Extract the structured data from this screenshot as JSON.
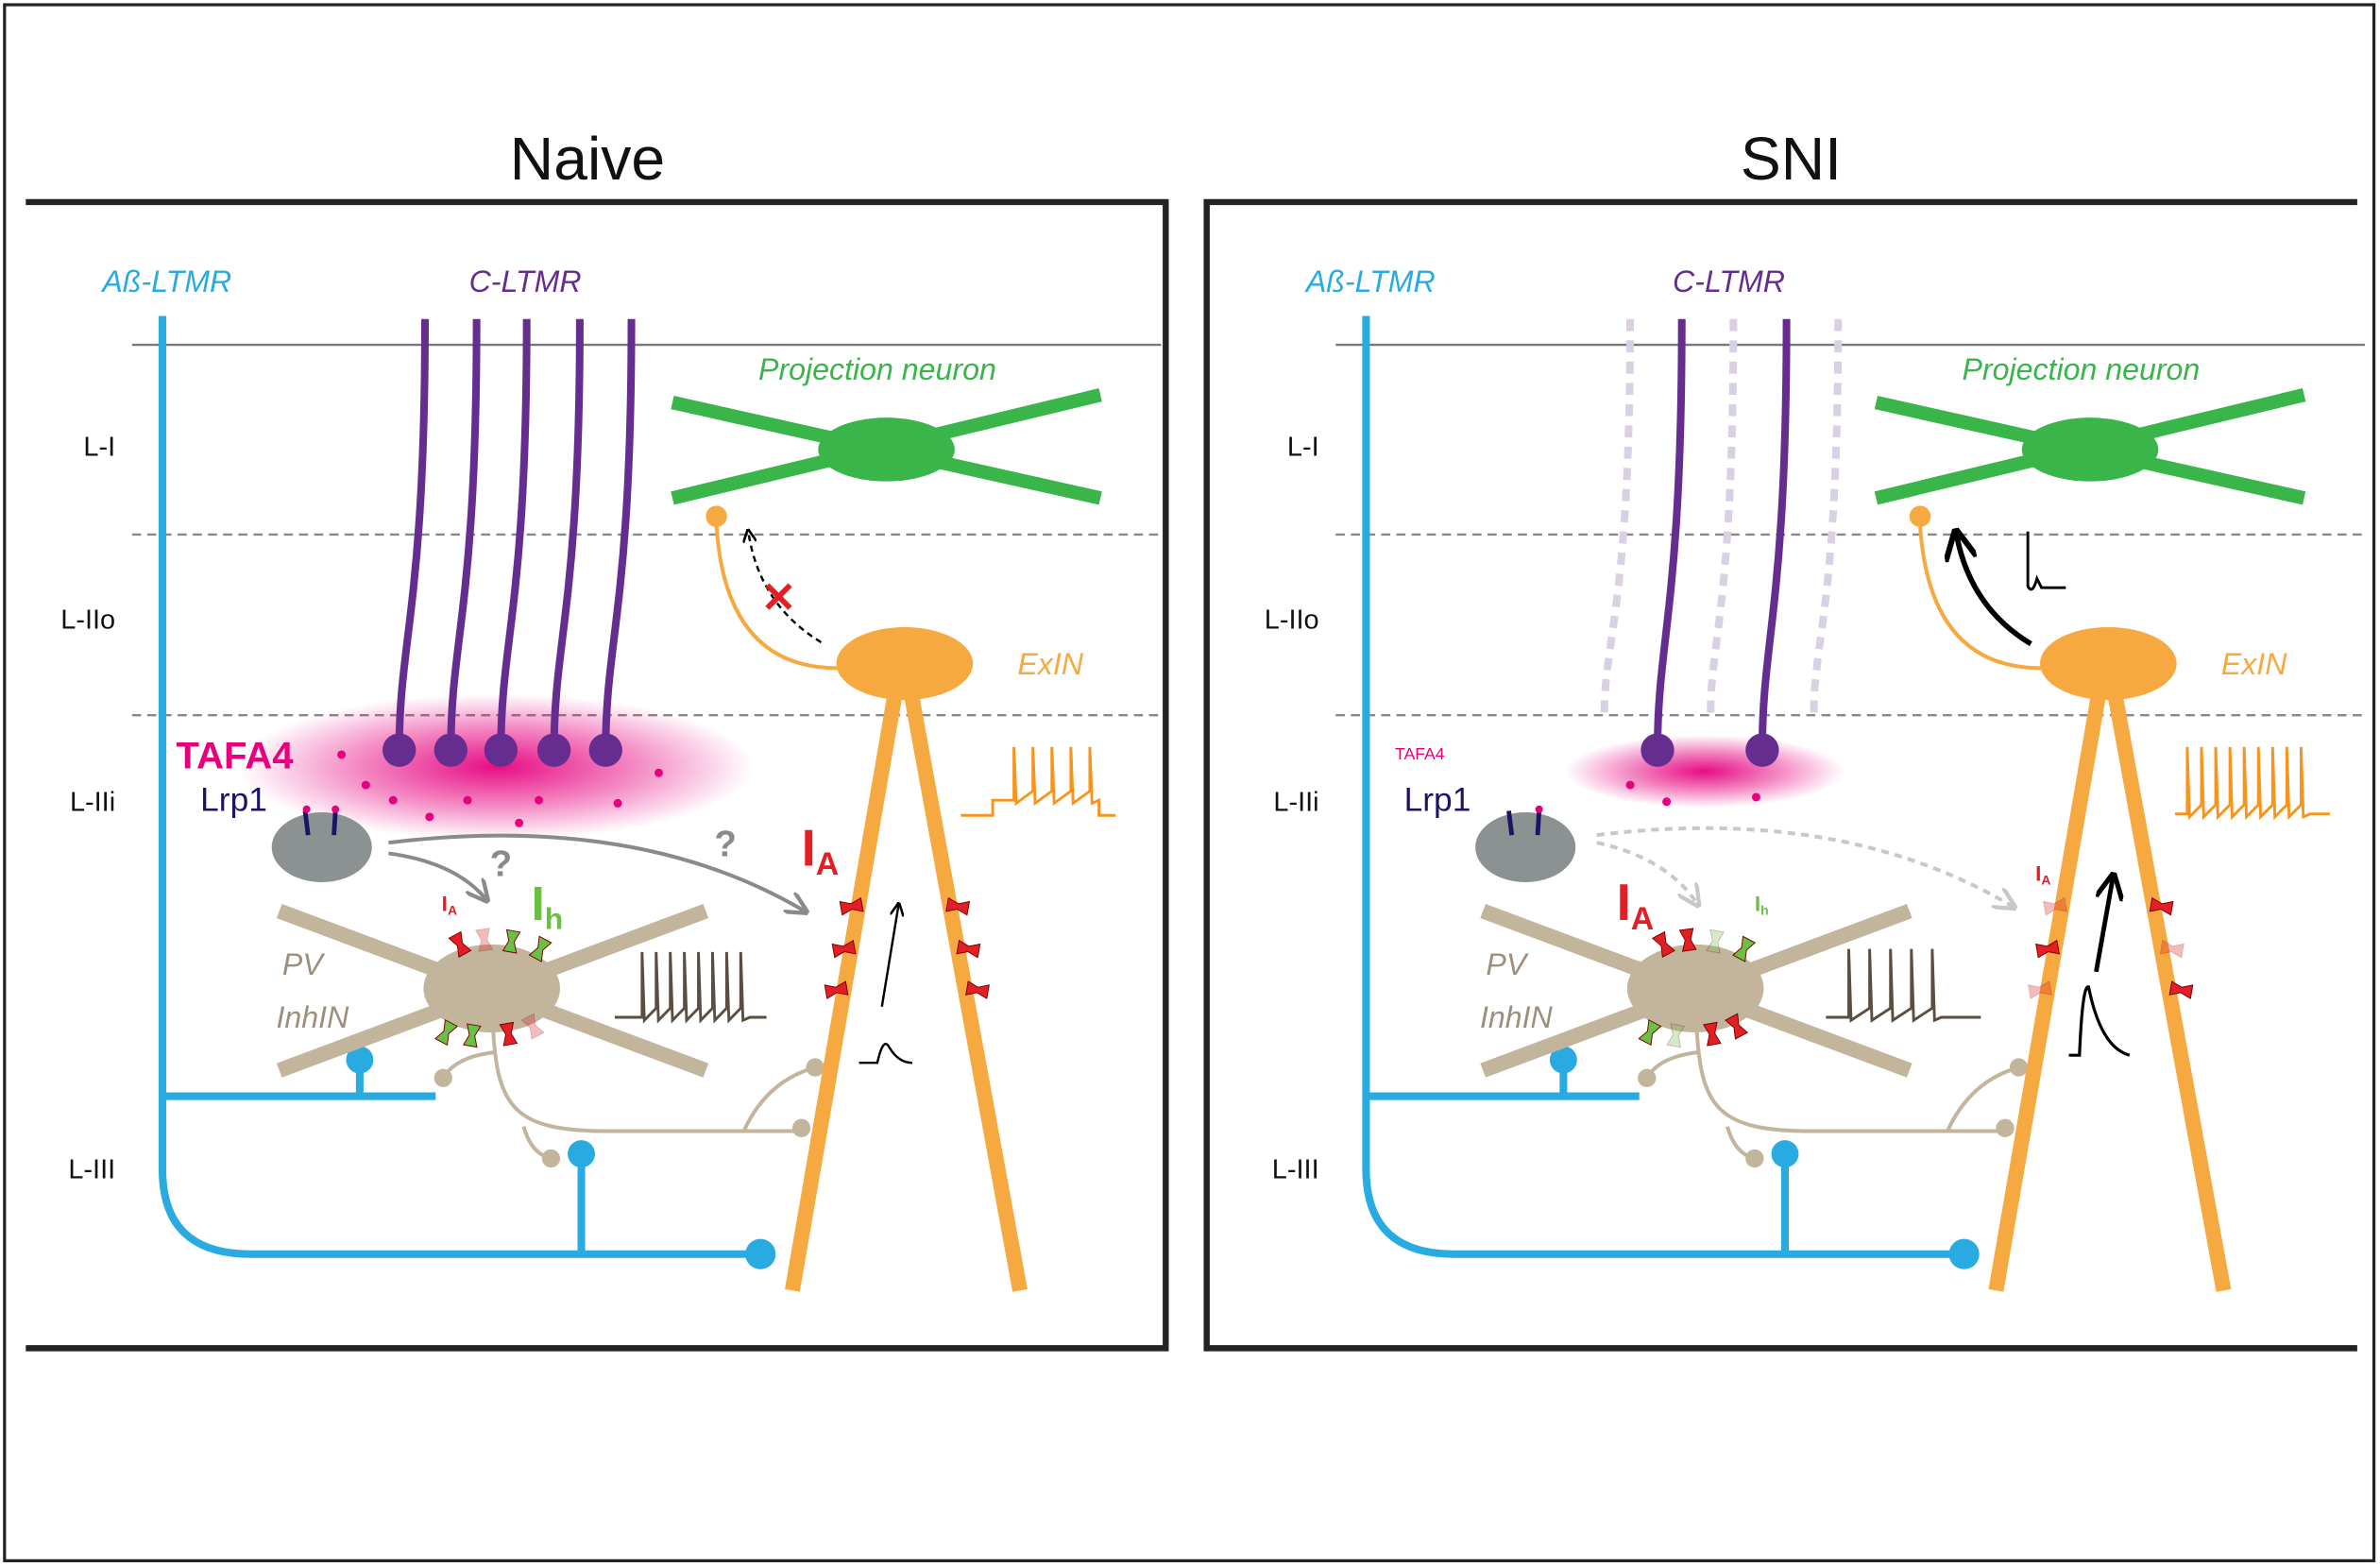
{
  "colors": {
    "ab_ltmr": "#29abe2",
    "c_ltmr": "#662d91",
    "c_ltmr_lost": "#d9d1e3",
    "tafa4": "#e6007e",
    "lrp1": "#1b1464",
    "lrp1_cell": "#8c9191",
    "projection_neuron": "#39b54a",
    "exin": "#f7a941",
    "pv_inhin": "#c2b59b",
    "pv_label": "#9d8f7c",
    "pv_trace": "#5b4d40",
    "exin_trace": "#f7941d",
    "ia_channel": "#e31e24",
    "ih_channel": "#6abf45",
    "question": "#8a8a8a"
  },
  "panels": [
    {
      "title": "Naive",
      "layers": [
        "L-I",
        "L-IIo",
        "L-IIi",
        "L-III"
      ],
      "ab_ltmr_label": "Aß-LTMR",
      "c_ltmr_label": "C-LTMR",
      "projection_neuron_label": "Projection neuron",
      "exin_label": "ExIN",
      "tafa4_label": "TAFA4",
      "lrp1_label": "Lrp1",
      "pv_label": "PV",
      "inhin_label": "InhIN",
      "question_marks": [
        "?",
        "?"
      ],
      "pv_ia_label": {
        "main": "I",
        "sub": "A"
      },
      "pv_ih_label": {
        "main": "I",
        "sub": "h"
      },
      "exin_ia_label": {
        "main": "I",
        "sub": "A"
      },
      "block_mark": "✕",
      "c_ltmr_fibers": [
        "intact",
        "intact",
        "intact",
        "intact",
        "intact"
      ],
      "pv_channels_top": [
        [
          "IA",
          "active"
        ],
        [
          "IA",
          "faded"
        ],
        [
          "Ih",
          "active"
        ],
        [
          "Ih",
          "active"
        ]
      ],
      "pv_channels_bottom": [
        [
          "Ih",
          "active"
        ],
        [
          "Ih",
          "active"
        ],
        [
          "IA",
          "active"
        ],
        [
          "IA",
          "faded"
        ]
      ],
      "exin_channels_left": [
        "active",
        "active",
        "active"
      ],
      "exin_channels_right": [
        "active",
        "active",
        "active"
      ],
      "pv_spikes": 8,
      "exin_spikes": 5
    },
    {
      "title": "SNI",
      "layers": [
        "L-I",
        "L-IIo",
        "L-IIi",
        "L-III"
      ],
      "ab_ltmr_label": "Aß-LTMR",
      "c_ltmr_label": "C-LTMR",
      "projection_neuron_label": "Projection neuron",
      "exin_label": "ExIN",
      "tafa4_label": "TAFA4",
      "lrp1_label": "Lrp1",
      "pv_label": "PV",
      "inhin_label": "InhIN",
      "pv_ia_label": {
        "main": "I",
        "sub": "A"
      },
      "pv_ih_label": {
        "main": "I",
        "sub": "h"
      },
      "exin_ia_label": {
        "main": "I",
        "sub": "A"
      },
      "c_ltmr_fibers": [
        "lost",
        "intact",
        "lost",
        "intact",
        "lost"
      ],
      "pv_channels_top": [
        [
          "IA",
          "active"
        ],
        [
          "IA",
          "active"
        ],
        [
          "Ih",
          "faded"
        ],
        [
          "Ih",
          "active"
        ]
      ],
      "pv_channels_bottom": [
        [
          "Ih",
          "active"
        ],
        [
          "Ih",
          "faded"
        ],
        [
          "IA",
          "active"
        ],
        [
          "IA",
          "active"
        ]
      ],
      "exin_channels_left": [
        "faded",
        "active",
        "faded"
      ],
      "exin_channels_right": [
        "active",
        "faded",
        "active"
      ],
      "pv_spikes": 5,
      "exin_spikes": 9
    }
  ]
}
